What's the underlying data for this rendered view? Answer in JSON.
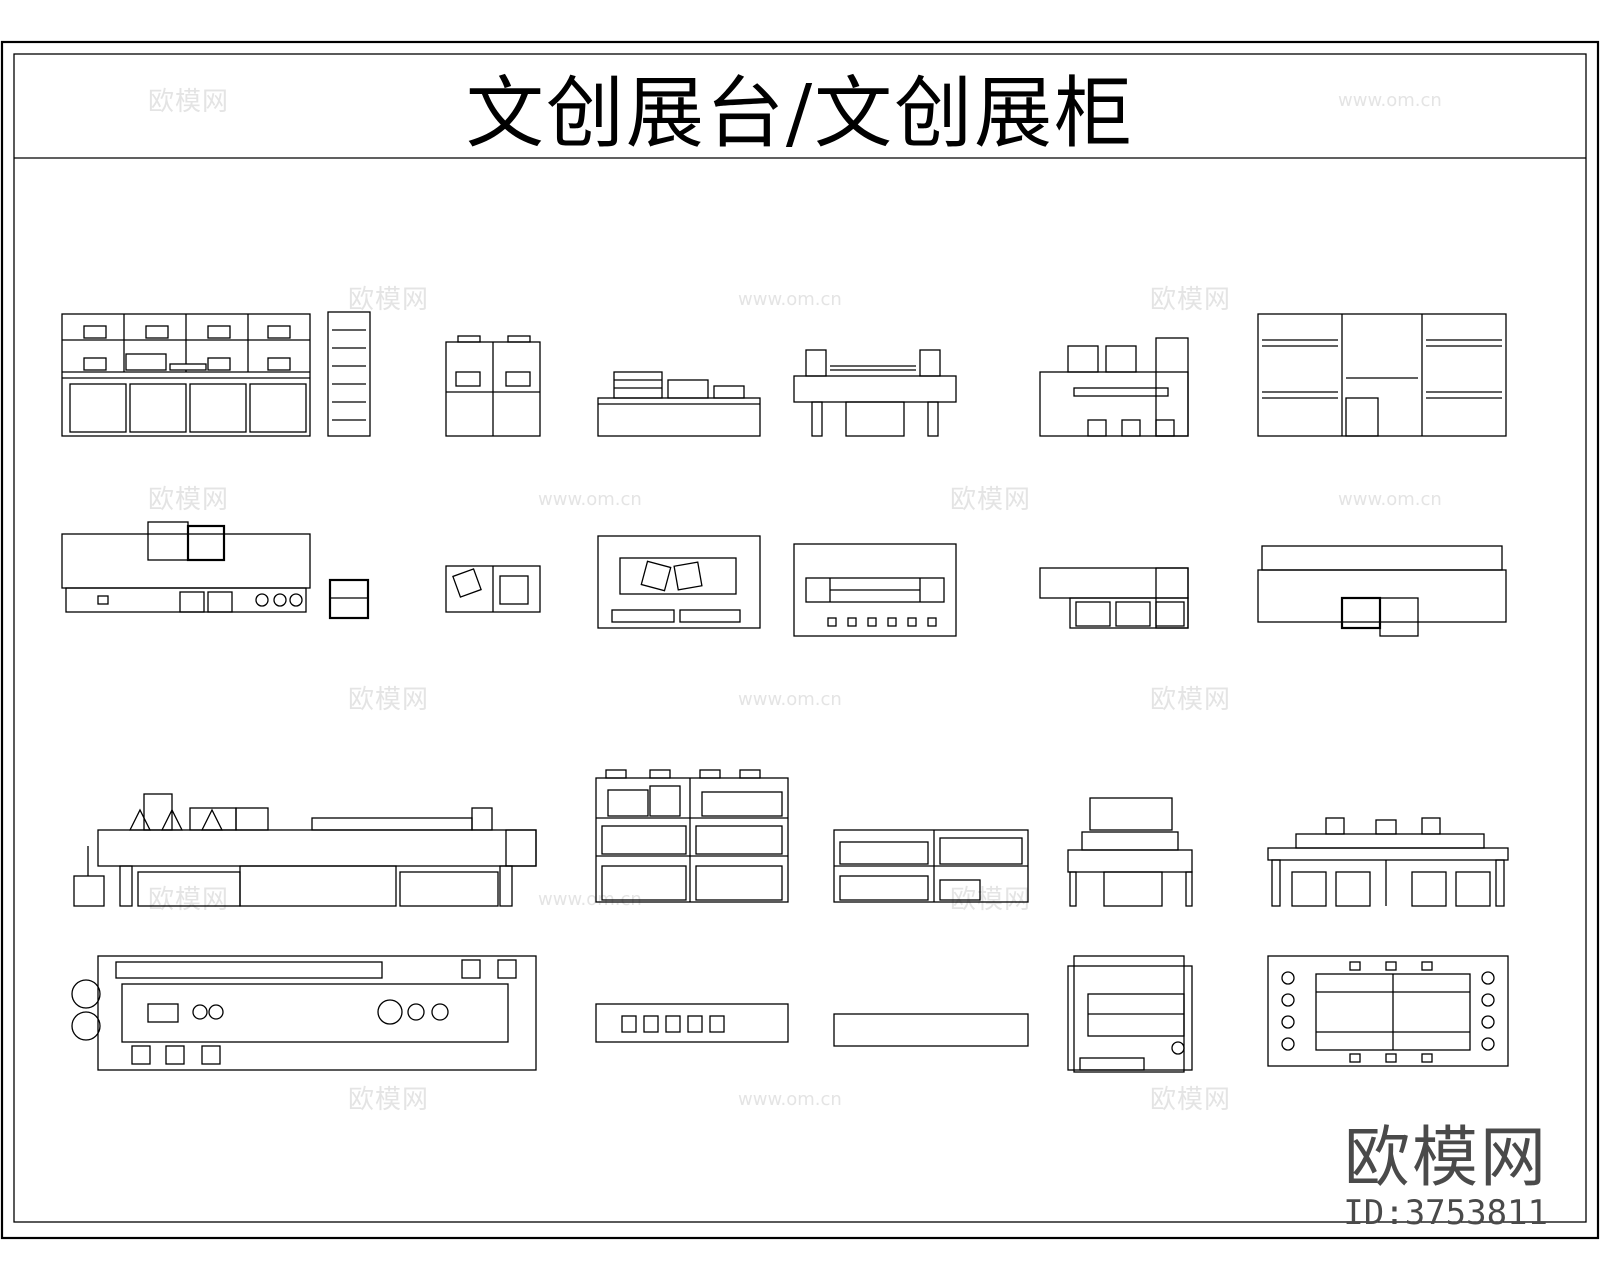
{
  "title": "文创展台/文创展柜",
  "watermarks": {
    "brand": "欧模网",
    "url": "www.om.cn"
  },
  "logo": {
    "name": "欧模网",
    "id": "ID:3753811"
  },
  "colors": {
    "line": "#000000",
    "watermark": "#e4e4e4",
    "logo": "#4a4a4a",
    "background": "#ffffff"
  }
}
